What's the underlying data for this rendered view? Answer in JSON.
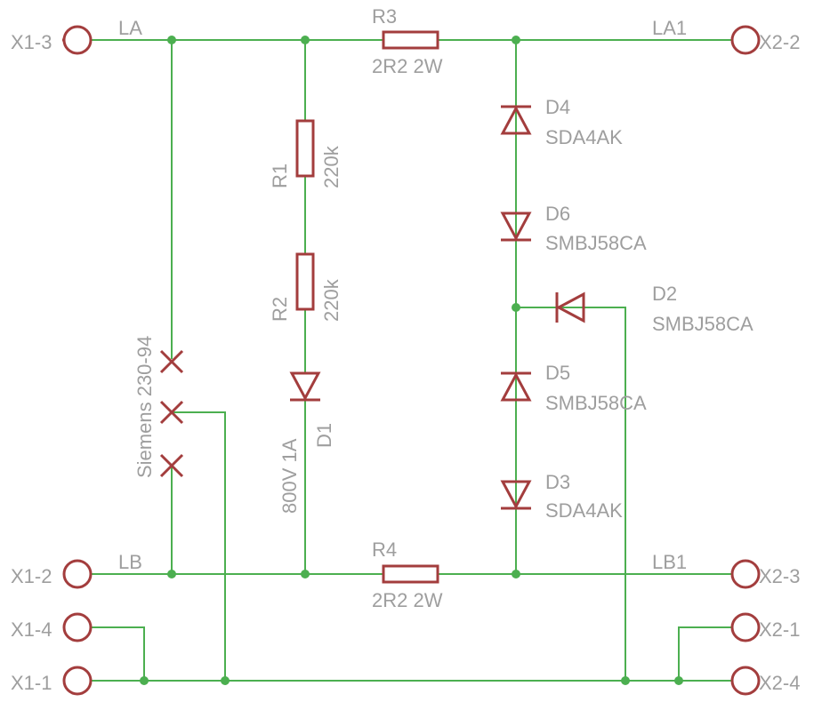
{
  "colors": {
    "wire": "#4caf50",
    "symbol": "#a33d3d",
    "text": "#9e9e9e"
  },
  "terminals": {
    "x1_3": "X1-3",
    "x1_2": "X1-2",
    "x1_4": "X1-4",
    "x1_1": "X1-1",
    "x2_2": "X2-2",
    "x2_3": "X2-3",
    "x2_1": "X2-1",
    "x2_4": "X2-4"
  },
  "nets": {
    "la": "LA",
    "lb": "LB",
    "la1": "LA1",
    "lb1": "LB1"
  },
  "components": {
    "r1": {
      "name": "R1",
      "value": "220k"
    },
    "r2": {
      "name": "R2",
      "value": "220k"
    },
    "r3": {
      "name": "R3",
      "value": "2R2 2W"
    },
    "r4": {
      "name": "R4",
      "value": "2R2 2W"
    },
    "d1": {
      "name": "D1",
      "value": "800V 1A"
    },
    "d2": {
      "name": "D2",
      "value": "SMBJ58CA"
    },
    "d3": {
      "name": "D3",
      "value": "SDA4AK"
    },
    "d4": {
      "name": "D4",
      "value": "SDA4AK"
    },
    "d5": {
      "name": "D5",
      "value": "SMBJ58CA"
    },
    "d6": {
      "name": "D6",
      "value": "SMBJ58CA"
    },
    "surge": {
      "value": "Siemens 230-94"
    }
  }
}
